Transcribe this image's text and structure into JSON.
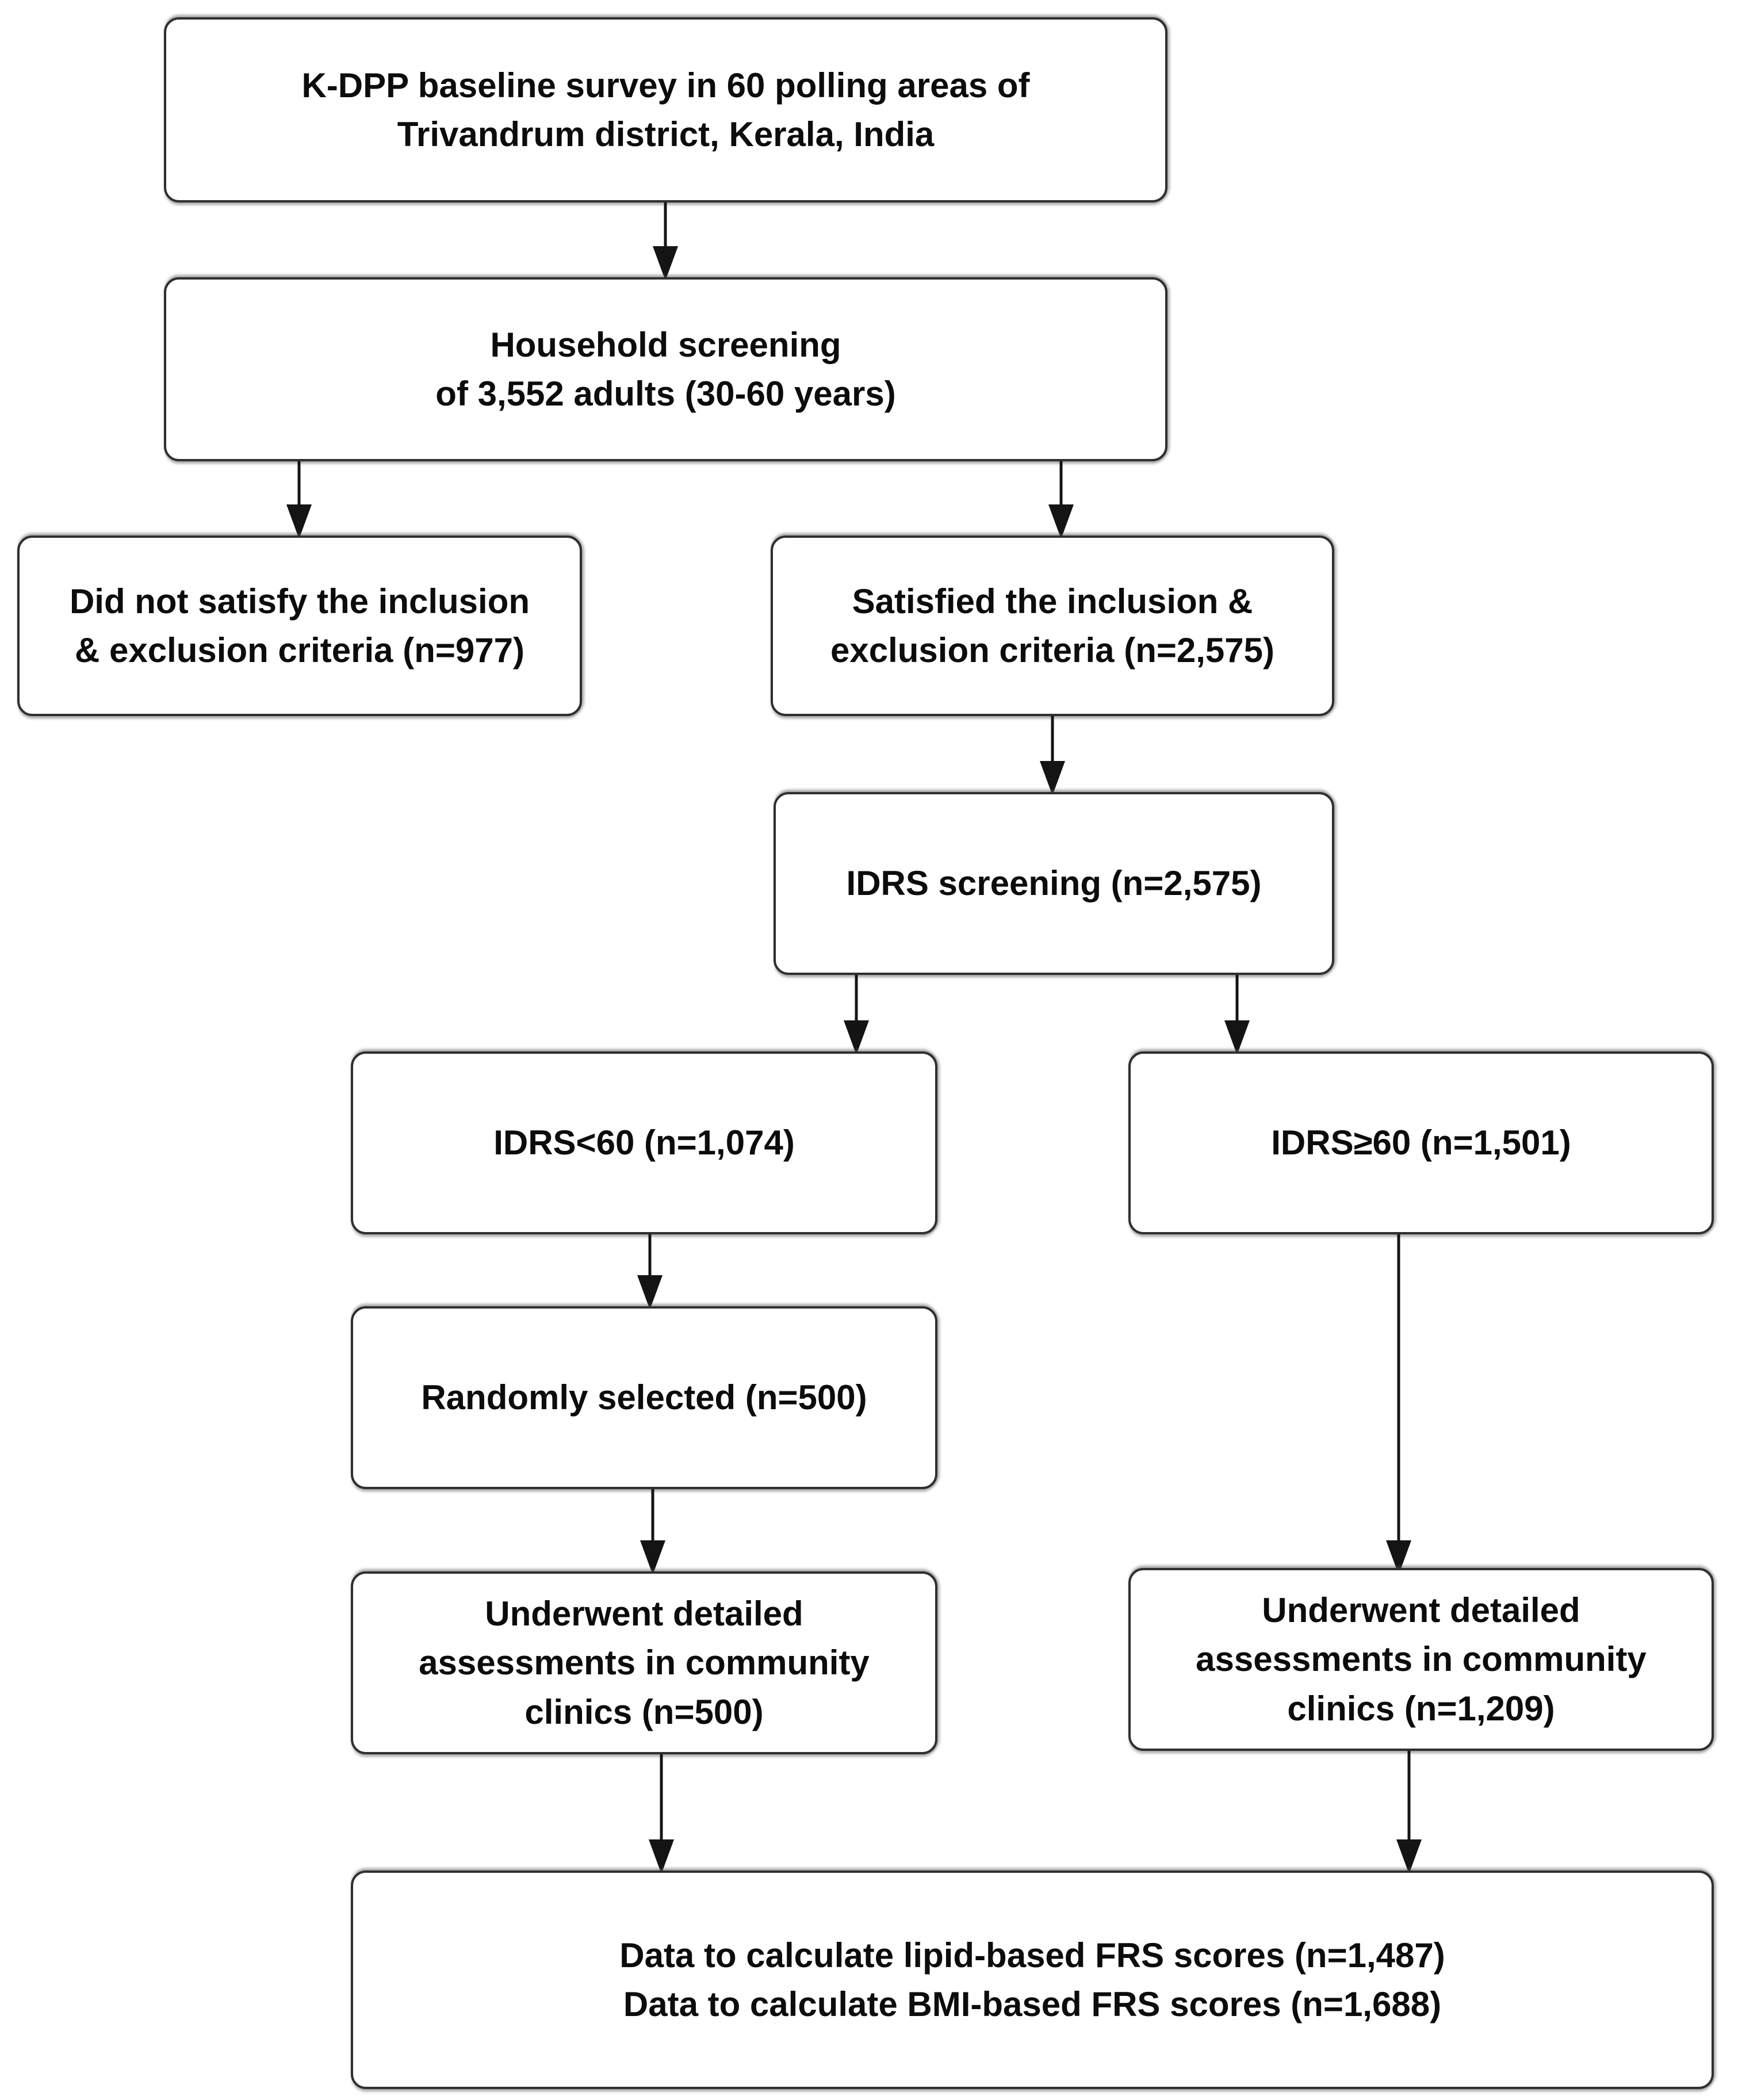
{
  "boxes": {
    "baseline_survey": {
      "lines": [
        "K-DPP baseline survey in 60 polling areas of",
        "Trivandrum district, Kerala, India"
      ]
    },
    "household_screening": {
      "lines": [
        "Household screening",
        "of 3,552 adults (30-60 years)"
      ]
    },
    "not_satisfied_criteria": {
      "lines": [
        "Did not satisfy the inclusion",
        "& exclusion criteria (n=977)"
      ]
    },
    "satisfied_criteria": {
      "lines": [
        "Satisfied the inclusion &",
        "exclusion criteria (n=2,575)"
      ]
    },
    "idrs_screening": {
      "lines": [
        "IDRS screening (n=2,575)"
      ]
    },
    "idrs_below_60": {
      "lines": [
        "IDRS<60 (n=1,074)"
      ]
    },
    "idrs_at_or_above_60": {
      "lines": [
        "IDRS≥60 (n=1,501)"
      ]
    },
    "randomly_selected": {
      "lines": [
        "Randomly selected (n=500)"
      ]
    },
    "assessments_low_risk": {
      "lines": [
        "Underwent detailed",
        "assessments in community",
        "clinics (n=500)"
      ]
    },
    "assessments_high_risk": {
      "lines": [
        "Underwent detailed",
        "assessments in community",
        "clinics (n=1,209)"
      ]
    },
    "frs_data": {
      "lines": [
        "Data to calculate lipid-based FRS scores (n=1,487)",
        "Data to calculate BMI-based FRS scores (n=1,688)"
      ]
    }
  },
  "colors": {
    "background": "#ffffff",
    "box_background": "#ffffff",
    "box_border": "#2f2f2f",
    "text": "#0c0c0c",
    "arrow": "#141414"
  }
}
